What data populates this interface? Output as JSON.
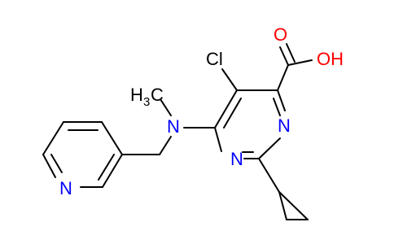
{
  "molecule": {
    "atom_labels": {
      "chlorine": "Cl",
      "hydroxyl": "OH",
      "oxygen": "O",
      "amine_n": "N",
      "ring_n1": "N",
      "ring_n2": "N",
      "pyridine_n": "N",
      "methyl_h": "H",
      "methyl_sub": "3",
      "methyl_c": "C"
    },
    "colors": {
      "bond": "#000000",
      "nitrogen": "#0000ff",
      "oxygen": "#ff0000",
      "carbon": "#000000"
    }
  }
}
